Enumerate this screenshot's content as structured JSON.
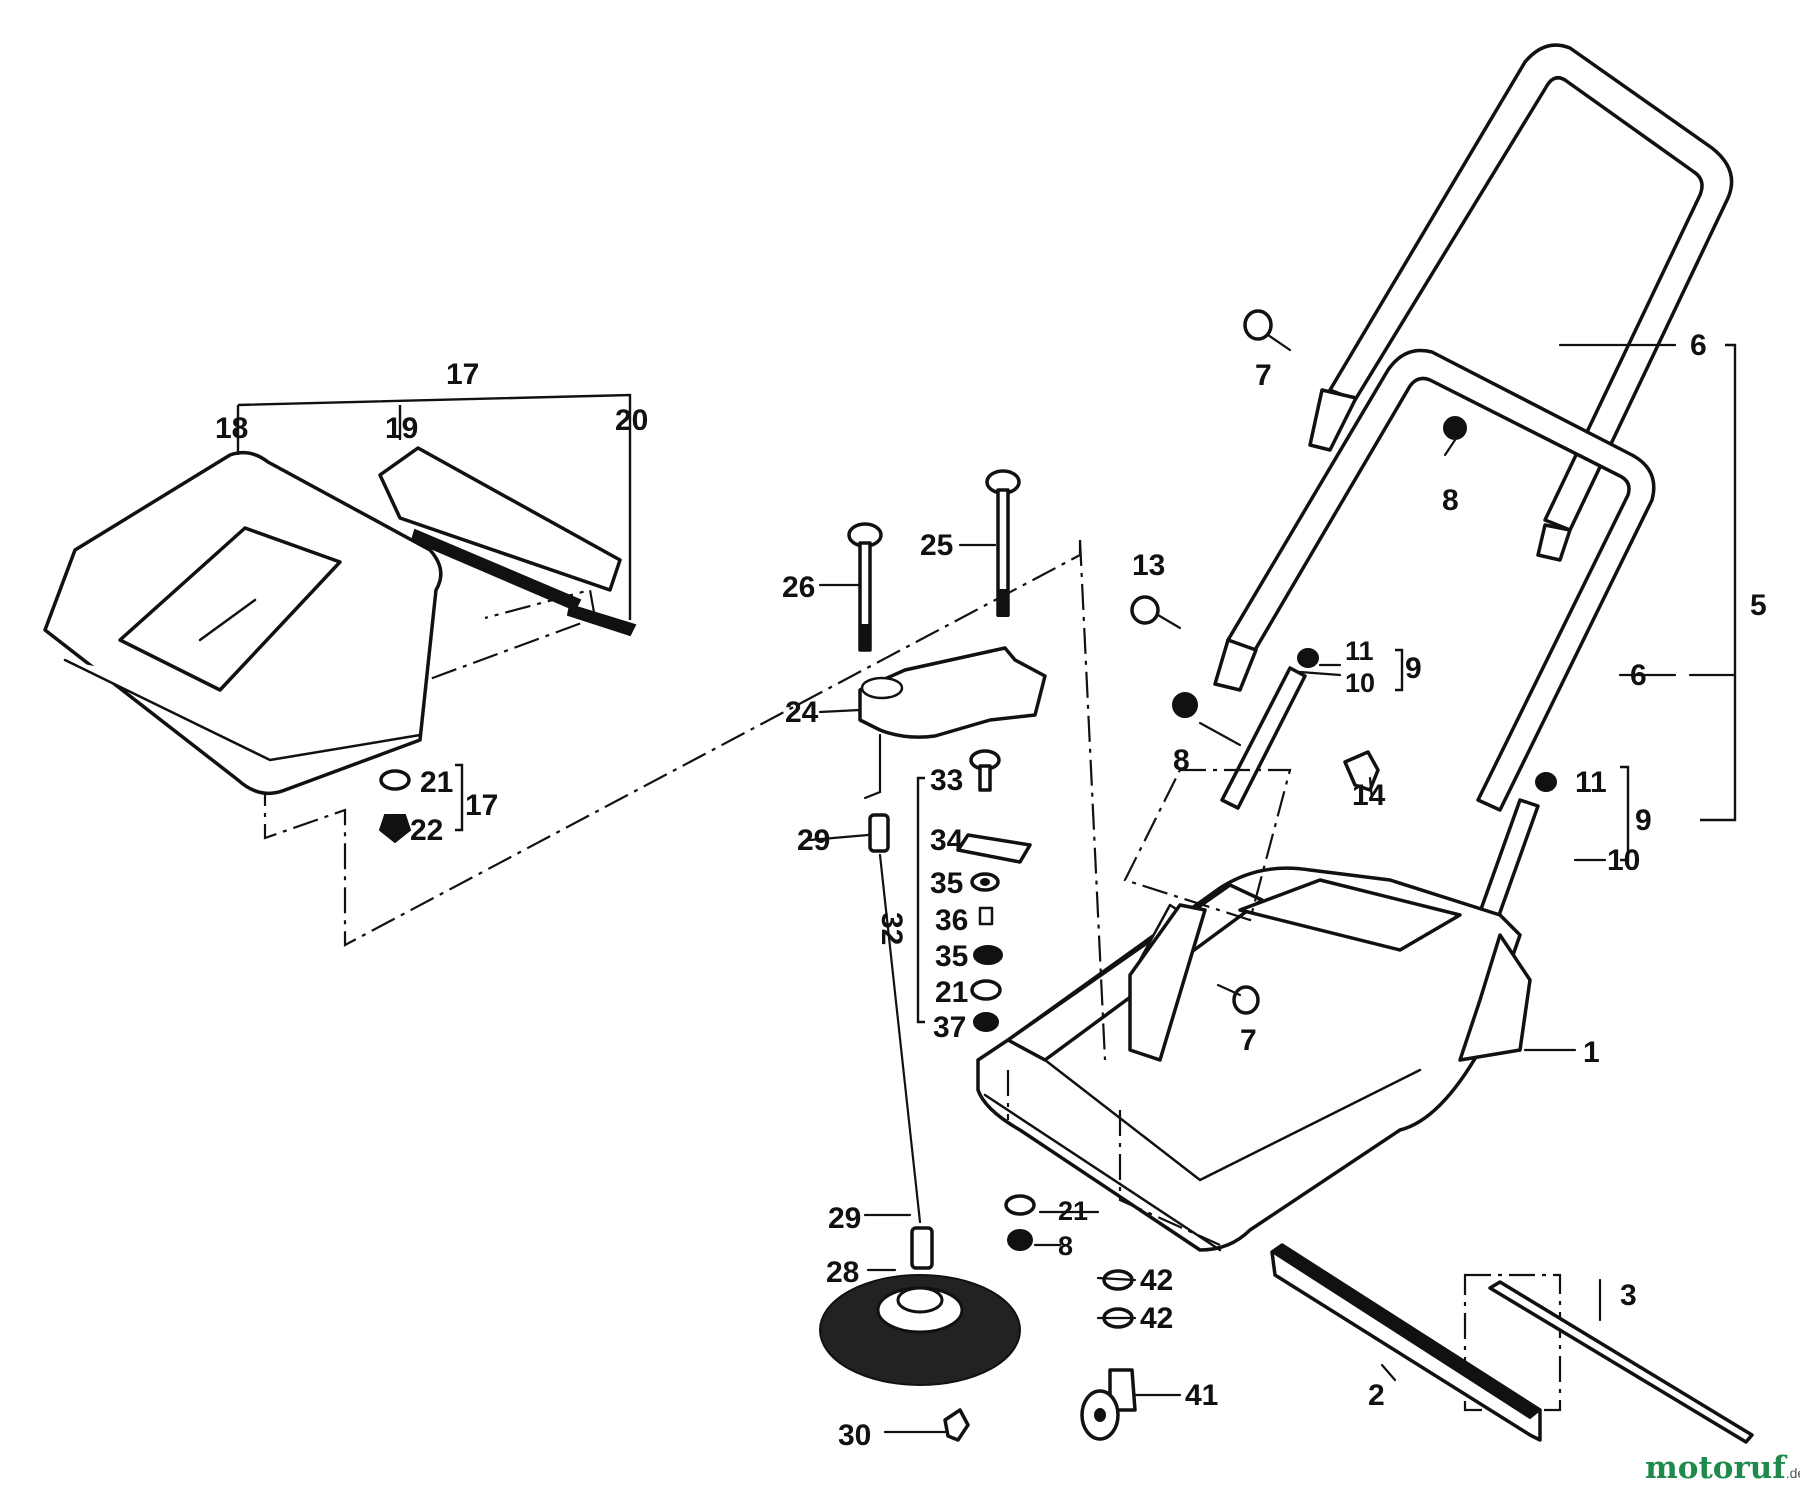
{
  "labels": {
    "l1": "1",
    "l2": "2",
    "l3": "3",
    "l5": "5",
    "l6a": "6",
    "l6b": "6",
    "l7a": "7",
    "l7b": "7",
    "l8a": "8",
    "l8b": "8",
    "l8c": "8",
    "l9a": "9",
    "l9b": "9",
    "l10a": "10",
    "l10b": "10",
    "l11a": "11",
    "l11b": "11",
    "l13": "13",
    "l14": "14",
    "l17a": "17",
    "l17b": "17",
    "l18": "18",
    "l19": "19",
    "l20": "20",
    "l21a": "21",
    "l21b": "21",
    "l21c": "21",
    "l22": "22",
    "l24": "24",
    "l25": "25",
    "l26": "26",
    "l28": "28",
    "l29a": "29",
    "l29b": "29",
    "l30": "30",
    "l32": "32",
    "l33": "33",
    "l34": "34",
    "l35a": "35",
    "l35b": "35",
    "l36": "36",
    "l37": "37",
    "l41": "41",
    "l42a": "42",
    "l42b": "42"
  },
  "watermark": {
    "brand_main": "motoruf",
    "brand_tld": ".de"
  },
  "colors": {
    "ink": "#111111",
    "paper": "#ffffff",
    "brand_green": "#1f8a4c",
    "brand_dot": "#e07a1f"
  }
}
